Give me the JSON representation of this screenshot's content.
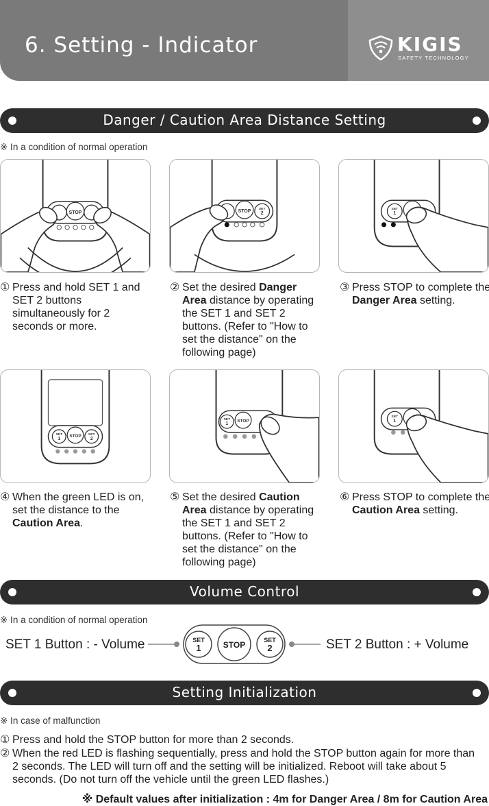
{
  "header": {
    "title": "6. Setting - Indicator",
    "logo_text": "KIGIS",
    "logo_subtitle": "SAFETY TECHNOLOGY",
    "colors": {
      "header_left": "#7a7a7a",
      "header_right": "#8e8e8e",
      "bar": "#2e2e2e"
    }
  },
  "sections": {
    "distance": {
      "title": "Danger / Caution Area Distance Setting",
      "note": "※ In a condition of normal operation"
    },
    "volume": {
      "title": "Volume Control",
      "note": "※ In a condition of normal operation"
    },
    "init": {
      "title": "Setting Initialization",
      "note": "※ In case of malfunction"
    }
  },
  "device": {
    "set1_top": "SET",
    "set1_num": "1",
    "stop": "STOP",
    "set2_top": "SET",
    "set2_num": "2"
  },
  "steps": [
    {
      "num": "①",
      "pre": "Press and hold SET 1 and SET 2 buttons simultaneously for 2 seconds or more.",
      "bold": "",
      "post": ""
    },
    {
      "num": "②",
      "pre": "Set the desired ",
      "bold": "Danger Area",
      "post": " distance by operating the SET 1 and SET 2 buttons.  (Refer to \"How to set the distance\" on the following page)"
    },
    {
      "num": "③",
      "pre": "Press STOP to complete the ",
      "bold": "Danger Area",
      "post": " setting."
    },
    {
      "num": "④",
      "pre": "When the green LED is on, set the distance to the ",
      "bold": "Caution Area",
      "post": "."
    },
    {
      "num": "⑤",
      "pre": "Set the desired ",
      "bold": "Caution Area",
      "post": " distance by operating the SET 1 and SET 2 buttons.  (Refer to \"How to set  the distance\" on the following page)"
    },
    {
      "num": "⑥",
      "pre": "Press STOP to complete the ",
      "bold": "Caution Area",
      "post": " setting."
    }
  ],
  "volume": {
    "left_label": "SET 1 Button : - Volume",
    "right_label": "SET 2 Button : + Volume"
  },
  "init": {
    "lines": [
      {
        "num": "①",
        "text": "Press and hold the STOP button for more than 2 seconds."
      },
      {
        "num": "②",
        "text": "When the red LED is flashing sequentially, press and hold the STOP button again for more than 2 seconds. The LED will turn off and the setting will be initialized. Reboot will take about 5 seconds. (Do not turn off the vehicle until the green LED flashes.)"
      }
    ],
    "defaults": "※ Default values after initialization : 4m for Danger Area / 8m for Caution Area"
  }
}
